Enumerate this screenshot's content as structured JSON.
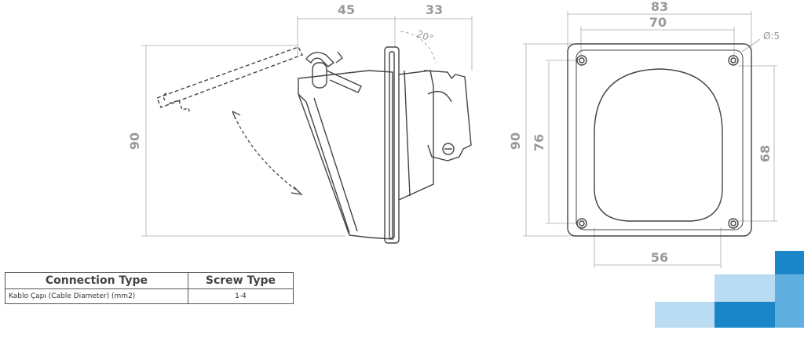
{
  "dimensions": {
    "side_depth_front": "45",
    "side_depth_back": "33",
    "side_height": "90",
    "lid_angle": "20°",
    "plate_width_outer": "83",
    "plate_width_holes": "70",
    "hole_diameter": "Ø:5",
    "plate_height_outer": "90",
    "plate_height_holes": "76",
    "opening_height": "68",
    "opening_width": "56"
  },
  "spec_table": {
    "header": [
      "Connection Type",
      "Screw Type"
    ],
    "rows": [
      [
        "Kablo Çapı (Cable Diameter) (mm2)",
        "1-4"
      ]
    ]
  },
  "colors": {
    "line": "#444444",
    "dimension": "#999999",
    "tile_dark": "#1a86c8",
    "tile_mid": "#5fb0e0",
    "tile_light": "#b9dcf2"
  }
}
